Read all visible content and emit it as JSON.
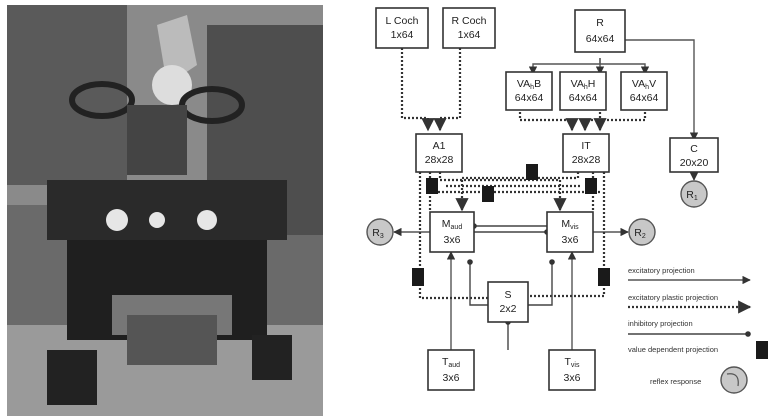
{
  "colors": {
    "excitatory": "#555555",
    "plastic": "#333333",
    "inhibitory": "#444444",
    "value_block": "#1a1a1a",
    "reflex_fill": "#c8c8c8"
  },
  "photo": {
    "description_icon": "robot-photo"
  },
  "boxes": {
    "lcoch": {
      "name": "L Coch",
      "size": "1x64"
    },
    "rcoch": {
      "name": "R Coch",
      "size": "1x64"
    },
    "r": {
      "name": "R",
      "size": "64x64"
    },
    "vab": {
      "name": "VA",
      "sub": "h",
      "name2": "B",
      "size": "64x64"
    },
    "vah": {
      "name": "VA",
      "sub": "h",
      "name2": "H",
      "size": "64x64"
    },
    "vav": {
      "name": "VA",
      "sub": "h",
      "name2": "V",
      "size": "64x64"
    },
    "a1": {
      "name": "A1",
      "size": "28x28"
    },
    "it": {
      "name": "IT",
      "size": "28x28"
    },
    "c": {
      "name": "C",
      "size": "20x20"
    },
    "maud": {
      "name": "M",
      "sub": "aud",
      "size": "3x6"
    },
    "mvis": {
      "name": "M",
      "sub": "vis",
      "size": "3x6"
    },
    "s": {
      "name": "S",
      "size": "2x2"
    },
    "taud": {
      "name": "T",
      "sub": "aud",
      "size": "3x6"
    },
    "tvis": {
      "name": "T",
      "sub": "vis",
      "size": "3x6"
    }
  },
  "reflex": {
    "r1_label": "R",
    "r1_sub": "1",
    "r2_label": "R",
    "r2_sub": "2",
    "r3_label": "R",
    "r3_sub": "3"
  },
  "legend": {
    "excitatory": "excitatory projection",
    "plastic": "excitatory plastic projection",
    "inhibitory": "inhibitory projection",
    "value": "value dependent projection",
    "reflex": "reflex response"
  }
}
